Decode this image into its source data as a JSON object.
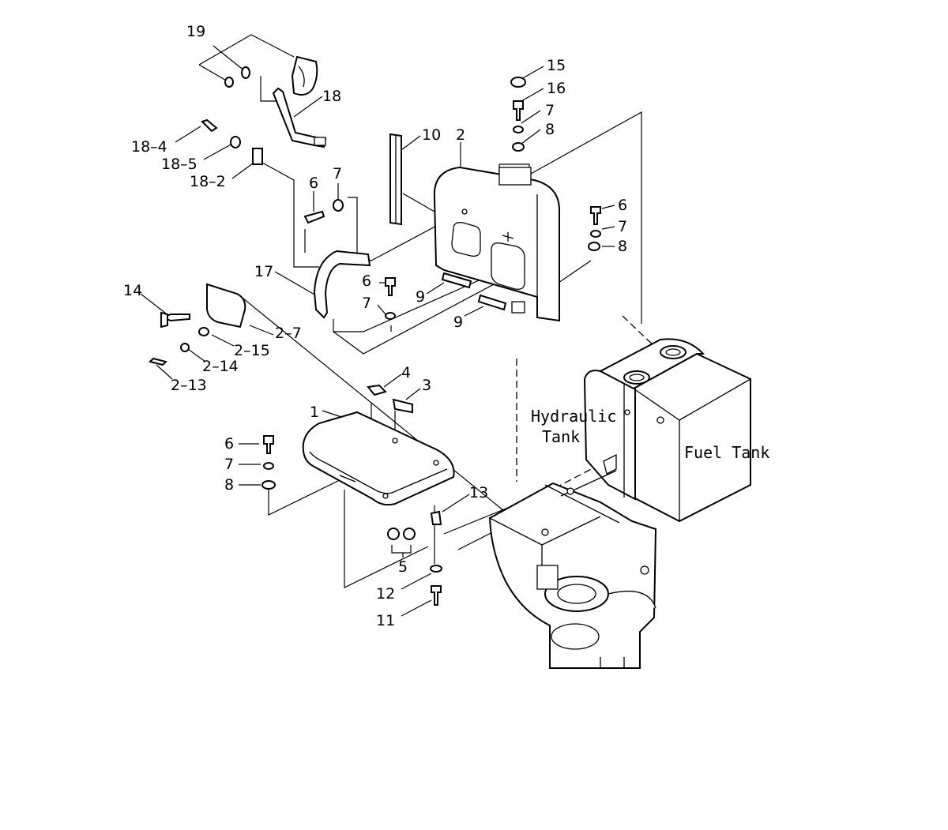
{
  "callouts": {
    "p19": "19",
    "p18": "18",
    "p18_4": "18–4",
    "p18_5": "18–5",
    "p18_2": "18–2",
    "p10": "10",
    "p2": "2",
    "p15": "15",
    "p16": "16",
    "p7_top": "7",
    "p8_top": "8",
    "p6_left": "6",
    "p7_left": "7",
    "p6_right": "6",
    "p7_right": "7",
    "p8_right": "8",
    "p17": "17",
    "p6_mid": "6",
    "p7_mid": "7",
    "p9_left": "9",
    "p9_right": "9",
    "p14": "14",
    "p2_7": "2–7",
    "p2_15": "2–15",
    "p2_14": "2–14",
    "p2_13": "2–13",
    "p4": "4",
    "p3": "3",
    "p1": "1",
    "p6_low": "6",
    "p7_low": "7",
    "p8_low": "8",
    "p13": "13",
    "p5": "5",
    "p12": "12",
    "p11": "11"
  },
  "tanks": {
    "hydraulic_line1": "Hydraulic",
    "hydraulic_line2": "Tank",
    "fuel": "Fuel Tank"
  }
}
